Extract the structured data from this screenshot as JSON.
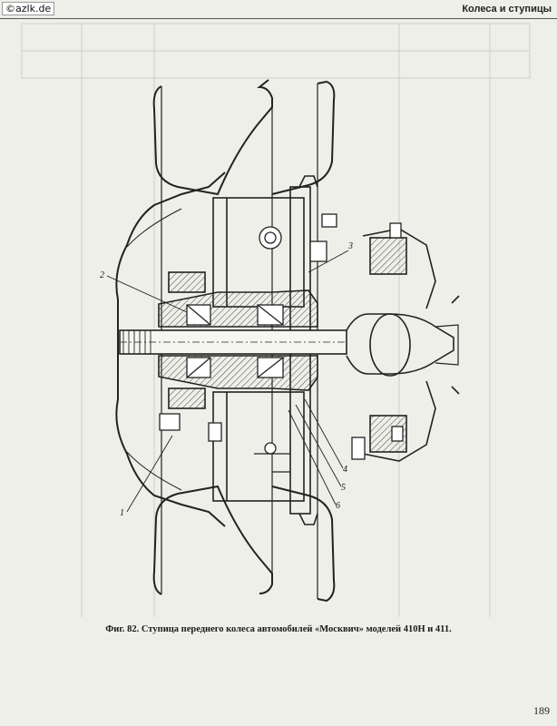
{
  "watermark": "©azlk.de",
  "running_head": "Колеса и ступицы",
  "figure": {
    "callouts": [
      "1",
      "2",
      "3",
      "4",
      "5",
      "6"
    ],
    "caption": "Фиг. 82. Ступица переднего колеса автомобилей «Москвич» моделей 410Н и 411."
  },
  "page_number": "189"
}
